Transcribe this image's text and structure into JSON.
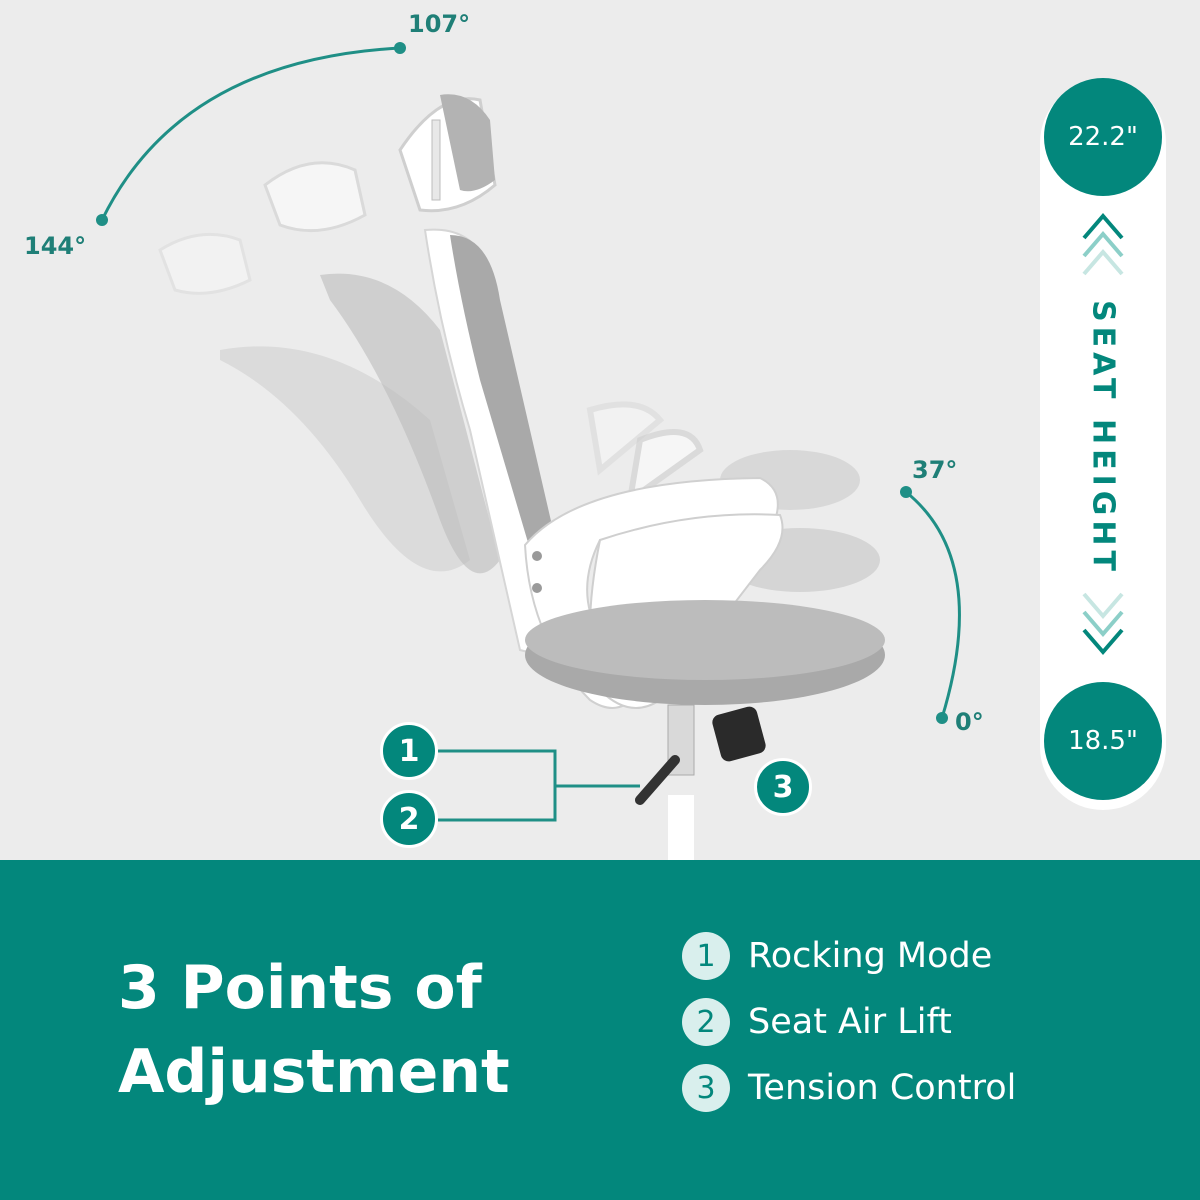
{
  "angles": {
    "recline_max": "107°",
    "recline_min": "144°",
    "rock_max": "37°",
    "rock_min": "0°"
  },
  "seat_height": {
    "label": "SEAT HEIGHT",
    "max": "22.2\"",
    "min": "18.5\""
  },
  "callouts": [
    "1",
    "2",
    "3"
  ],
  "headline": {
    "line1": "3 Points of",
    "line2": "Adjustment"
  },
  "features": [
    {
      "num": "1",
      "label": "Rocking Mode"
    },
    {
      "num": "2",
      "label": "Seat Air Lift"
    },
    {
      "num": "3",
      "label": "Tension Control"
    }
  ],
  "colors": {
    "brand_teal": "#03877c",
    "background": "#ececec",
    "mesh_gray": "#b5b5b5"
  }
}
